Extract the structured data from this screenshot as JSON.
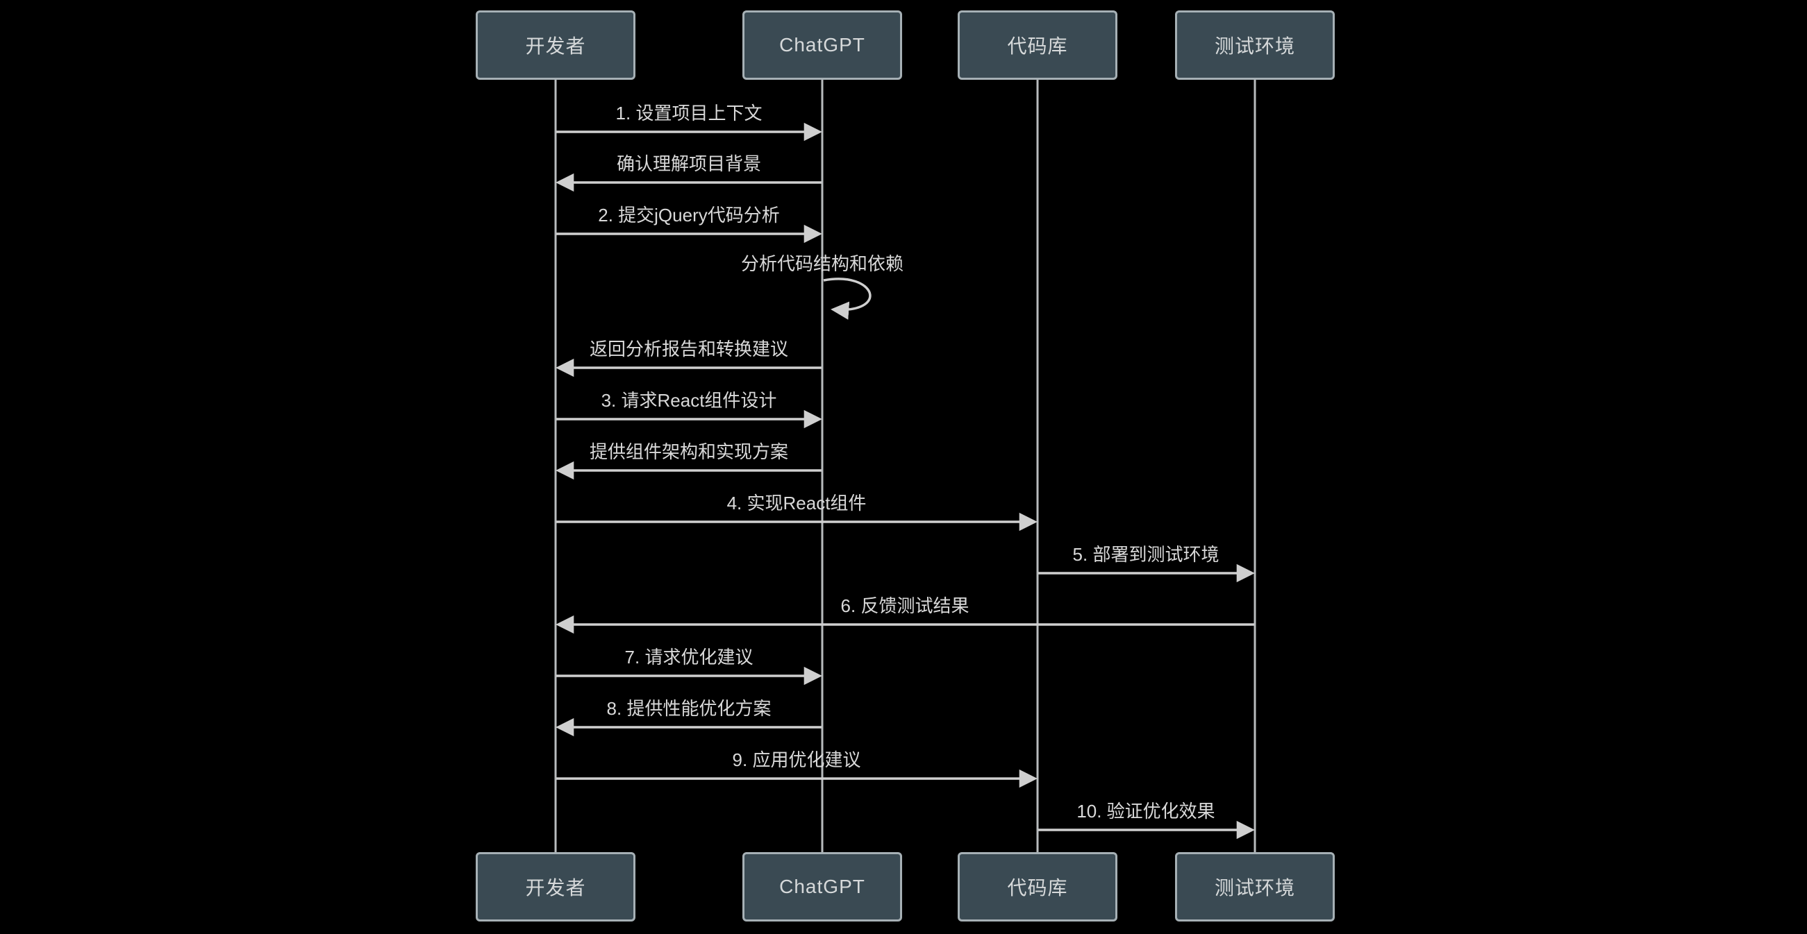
{
  "diagram": {
    "type": "sequence-diagram",
    "background": "#000000",
    "participants": [
      {
        "name": "开发者"
      },
      {
        "name": "ChatGPT"
      },
      {
        "name": "代码库"
      },
      {
        "name": "测试环境"
      }
    ],
    "messages": [
      {
        "label": "1. 设置项目上下文",
        "from": "开发者",
        "to": "ChatGPT",
        "kind": "solid-arrow"
      },
      {
        "label": "确认理解项目背景",
        "from": "ChatGPT",
        "to": "开发者",
        "kind": "solid-arrow"
      },
      {
        "label": "2. 提交jQuery代码分析",
        "from": "开发者",
        "to": "ChatGPT",
        "kind": "solid-arrow"
      },
      {
        "label": "分析代码结构和依赖",
        "from": "ChatGPT",
        "to": "ChatGPT",
        "kind": "self-loop"
      },
      {
        "label": "返回分析报告和转换建议",
        "from": "ChatGPT",
        "to": "开发者",
        "kind": "solid-arrow"
      },
      {
        "label": "3. 请求React组件设计",
        "from": "开发者",
        "to": "ChatGPT",
        "kind": "solid-arrow"
      },
      {
        "label": "提供组件架构和实现方案",
        "from": "ChatGPT",
        "to": "开发者",
        "kind": "solid-arrow"
      },
      {
        "label": "4. 实现React组件",
        "from": "开发者",
        "to": "代码库",
        "kind": "solid-arrow"
      },
      {
        "label": "5. 部署到测试环境",
        "from": "代码库",
        "to": "测试环境",
        "kind": "solid-arrow"
      },
      {
        "label": "6. 反馈测试结果",
        "from": "测试环境",
        "to": "开发者",
        "kind": "solid-arrow"
      },
      {
        "label": "7. 请求优化建议",
        "from": "开发者",
        "to": "ChatGPT",
        "kind": "solid-arrow"
      },
      {
        "label": "8. 提供性能优化方案",
        "from": "ChatGPT",
        "to": "开发者",
        "kind": "solid-arrow"
      },
      {
        "label": "9. 应用优化建议",
        "from": "开发者",
        "to": "代码库",
        "kind": "solid-arrow"
      },
      {
        "label": "10. 验证优化效果",
        "from": "代码库",
        "to": "测试环境",
        "kind": "solid-arrow"
      }
    ],
    "colors": {
      "background": "#000000",
      "actor_fill": "#3a4a53",
      "actor_border": "#a6b0b5",
      "actor_text": "#d6d9da",
      "line": "#cfcfcf",
      "lifeline": "#b9bcbe",
      "message_text": "#d9d9d9"
    }
  }
}
